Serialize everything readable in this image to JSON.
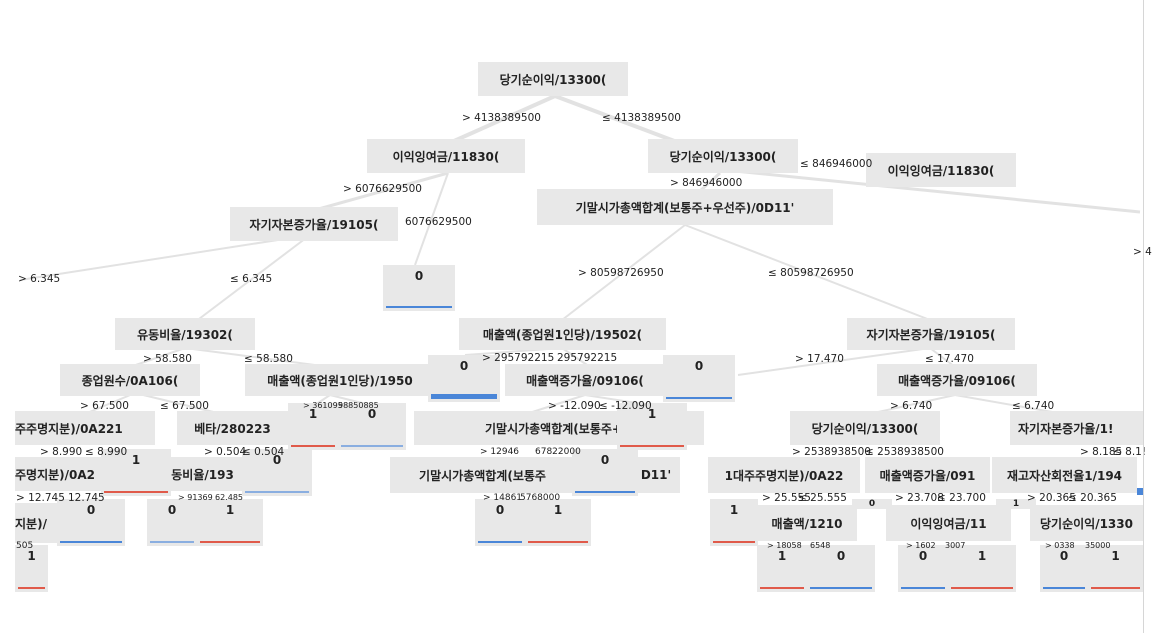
{
  "colors": {
    "node_bg": "#e8e8e8",
    "line": "#e2e2e2",
    "blue_bar": "#4a86d8",
    "red_bar": "#e05a4a"
  },
  "nodes": {
    "n_root": "당기순이익/13300(",
    "n_l1": "이익잉여금/11830(",
    "n_r1": "당기순이익/13300(",
    "n_far": "이익잉여금/11830(",
    "n_l2": "자기자본증가율/19105(",
    "n_r2": "기말시가총액합계(보통주+우선주)/0D11'",
    "n_l3": "유동비율/19302(",
    "n_m3": "매출액(종업원1인당)/19502(",
    "n_r3": "자기자본증가율/19105(",
    "n_l4a": "종업원수/0A106(",
    "n_l4b": "매출액(종업원1인당)/1950",
    "n_m4": "매출액증가율/09106(",
    "n_r4": "매출액증가율/09106(",
    "n_l5a": "주주명지분)/0A221",
    "n_l5b": "베타/280223",
    "n_m5": "기말시가총액합계(보통주+우",
    "n_r5a": "당기순이익/13300(",
    "n_r5b": "자기자본증가율/1!",
    "n_l6a": "주명지분)/0A2",
    "n_l6b": "유동비율/193",
    "n_m6": "기말시가총액합계(보통주",
    "n_m6b": "D11'",
    "n_r6a": "1대주주명지분)/0A22",
    "n_r6b": "매출액증가율/091",
    "n_r6c": "재고자산회전율1/194",
    "n_l7": "지분)/",
    "n_r7a": "매출액/1210",
    "n_r7b": "이익잉여금/11",
    "n_r7c": "당기순이익/1330"
  },
  "leaves": {
    "lf_a": "0",
    "lf_b": "0",
    "lf_c": "0",
    "lf_d": "1",
    "lf_e": "0",
    "lf_f": "1",
    "lf_g": "0",
    "lf_h": "1",
    "lf_i": "0",
    "lf_j": "1",
    "lf_k": "0",
    "lf_l": "0",
    "lf_m": "1",
    "lf_n": "0",
    "lf_o": "1",
    "lf_p": "1",
    "lf_q": "0",
    "lf_r": "1",
    "lf_s": "1",
    "lf_t": "0",
    "lf_u": "1",
    "lf_v": "0",
    "lf_w": "0",
    "lf_x": "1",
    "lf_y": "0",
    "lf_z": "1"
  },
  "edges": {
    "e1": "> 4138389500",
    "e2": "≤ 4138389500",
    "e3": "≤ 846946000",
    "e4": "> 846946000",
    "e5": "> 6076629500",
    "e6": "6076629500",
    "e7": "> 6.345",
    "e8": "≤ 6.345",
    "e9": "> 80598726950",
    "e10": "≤ 80598726950",
    "e11": "> 58.580",
    "e12": "≤ 58.580",
    "e13": "> 295792215",
    "e14": "295792215",
    "e15": "> 17.470",
    "e16": "≤ 17.470",
    "e17": "> 67.500",
    "e18": "≤ 67.500",
    "e19": "> 361095",
    "e20": "98850885",
    "e21": "> -12.090",
    "e22": "≤ -12.090",
    "e23": "> 6.740",
    "e24": "≤ 6.740",
    "e25": "> 8.990",
    "e26": "≤ 8.990",
    "e27": "> 0.504",
    "e28": "≤ 0.504",
    "e29": "> 2538938500",
    "e30": "≤ 2538938500",
    "e31": "> 8.185",
    "e32": "≤ 8.1!",
    "e33": "> 12.745",
    "e34": "12.745",
    "e35": "> 91369",
    "e36": "62.485",
    "e37": "> 12946",
    "e38": "67822000",
    "e39": "> 25.555",
    "e40": "≤ 25.555",
    "e41": "> 23.708",
    "e42": "≤ 23.700",
    "e43": "> 20.365",
    "e44": "≤ 20.365",
    "e45": "> 14861",
    "e46": "5768000",
    "e47": "> 18058",
    "e48": "6548",
    "e49": "> 1602",
    "e50": "3007",
    "e51": "> 0338",
    "e52": "35000",
    "e53": "505",
    "e54": "> 4"
  }
}
